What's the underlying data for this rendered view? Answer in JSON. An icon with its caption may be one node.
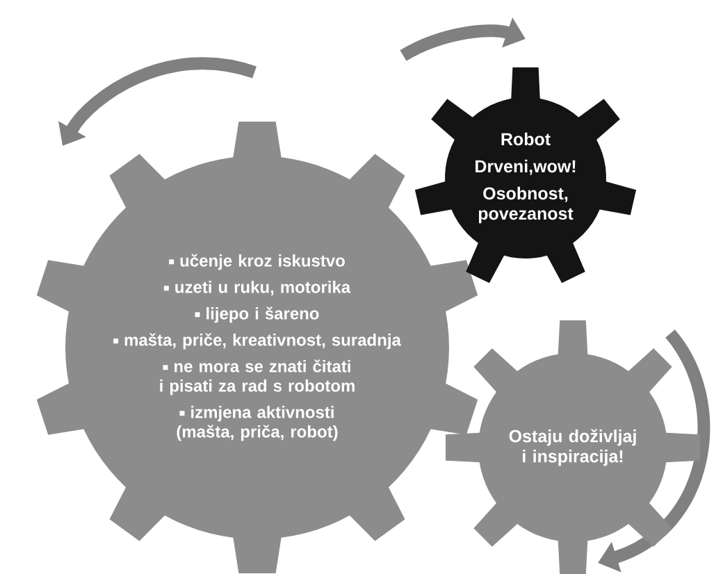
{
  "diagram": {
    "nodes": [
      {
        "text": [
          "učenje kroz iskustvo",
          "uzeti u ruku, motorika",
          "lijepo i šareno",
          "mašta, priče, kreativnost, suradnja",
          "ne mora se znati čitati i pisati za rad s robotom",
          "izmjena aktivnosti (mašta, priča, robot)"
        ]
      },
      {
        "text": [
          "Robot",
          "Drveni,wow!",
          "Osobnost, povezanost"
        ]
      },
      {
        "text": [
          "Ostaju doživljaj i inspiracija!"
        ]
      }
    ]
  }
}
